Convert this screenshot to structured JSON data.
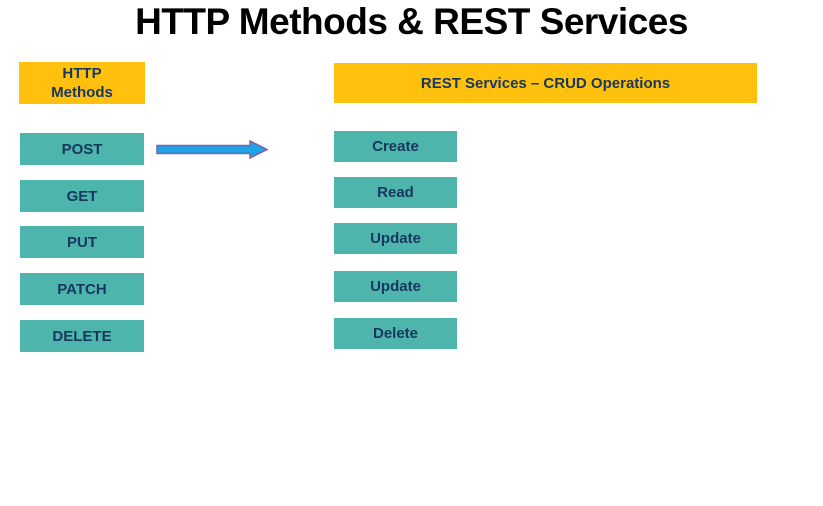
{
  "title": "HTTP Methods & REST Services",
  "left": {
    "header": "HTTP Methods",
    "header_lines": [
      "HTTP",
      "Methods"
    ],
    "methods": [
      "POST",
      "GET",
      "PUT",
      "PATCH",
      "DELETE"
    ]
  },
  "right": {
    "header": "REST Services – CRUD Operations",
    "operations": [
      "Create",
      "Read",
      "Update",
      "Update",
      "Delete"
    ]
  },
  "arrow": {
    "from": "POST",
    "to": "Create"
  },
  "colors": {
    "title_text": "#000000",
    "header_bg": "#FFC10D",
    "box_bg": "#4DB5AB",
    "box_text": "#17375E",
    "arrow_fill": "#1EA2E8",
    "arrow_stroke": "#8064A2"
  }
}
